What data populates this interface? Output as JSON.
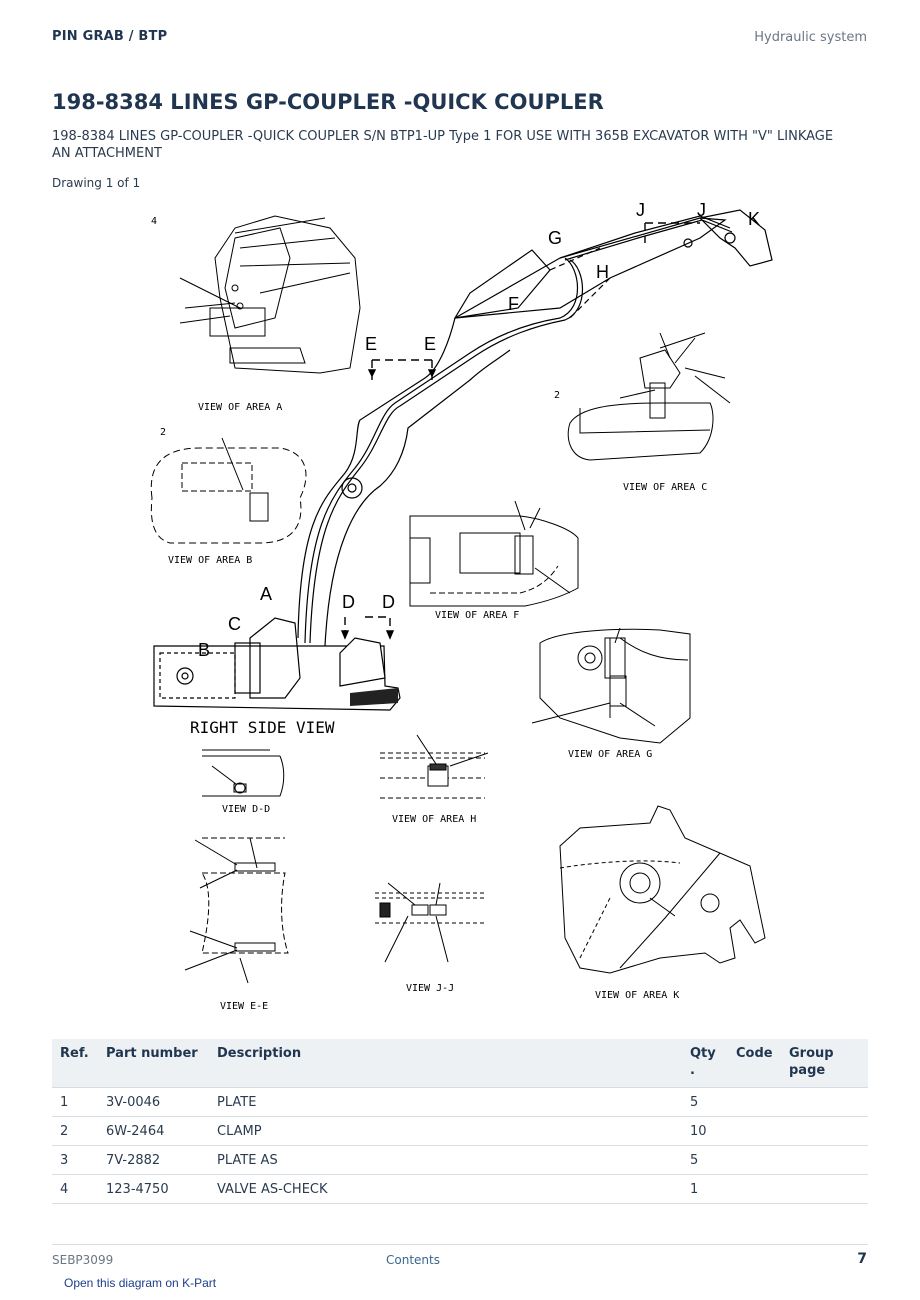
{
  "header": {
    "breadcrumb": "PIN GRAB  /  BTP",
    "section": "Hydraulic system"
  },
  "page_title": "198-8384 LINES GP-COUPLER -QUICK COUPLER",
  "page_subtitle": "198-8384 LINES GP-COUPLER -QUICK COUPLER S/N BTP1-UP Type 1 FOR USE WITH 365B EXCAVATOR WITH \"V\" LINKAGE AN ATTACHMENT",
  "drawing_count": "Drawing 1 of 1",
  "diagram": {
    "labels": {
      "area_a": "VIEW OF AREA A",
      "area_b": "VIEW OF AREA B",
      "area_c": "VIEW OF AREA C",
      "area_f": "VIEW OF AREA F",
      "area_g": "VIEW OF AREA G",
      "area_h": "VIEW OF AREA H",
      "area_k": "VIEW OF AREA K",
      "view_dd": "VIEW D-D",
      "view_ee": "VIEW E-E",
      "view_jj": "VIEW J-J",
      "right_side": "RIGHT SIDE VIEW"
    },
    "letters": {
      "a": "A",
      "b": "B",
      "c": "C",
      "d1": "D",
      "d2": "D",
      "e1": "E",
      "e2": "E",
      "f": "F",
      "g": "G",
      "h": "H",
      "j1": "J",
      "j2": "J",
      "k": "K"
    },
    "callouts": {
      "n4": "4",
      "n2a": "2",
      "n2b": "2"
    }
  },
  "parts_table": {
    "columns": [
      "Ref.",
      "Part number",
      "Description",
      "Qty\n.",
      "Code",
      "Group\npage"
    ],
    "rows": [
      [
        "1",
        "3V-0046",
        "PLATE",
        "5",
        "",
        ""
      ],
      [
        "2",
        "6W-2464",
        "CLAMP",
        "10",
        "",
        ""
      ],
      [
        "3",
        "7V-2882",
        "PLATE AS",
        "5",
        "",
        ""
      ],
      [
        "4",
        "123-4750",
        "VALVE AS-CHECK",
        "1",
        "",
        ""
      ]
    ]
  },
  "footer": {
    "doc_id": "SEBP3099",
    "contents_link": "Contents",
    "page_number": "7"
  },
  "kpart_link": "Open this diagram on K-Part"
}
